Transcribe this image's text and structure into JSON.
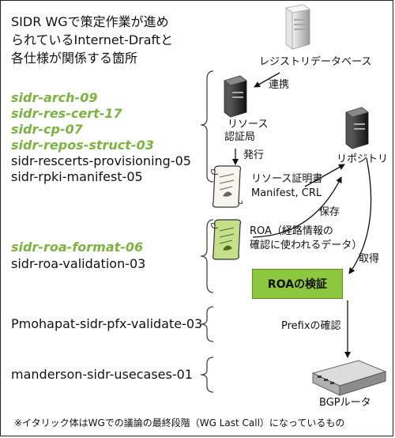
{
  "header": {
    "line1": "SIDR WGで策定作業が進め",
    "line2": "られているInternet-Draftと",
    "line3": "各仕様が関係する箇所"
  },
  "drafts": [
    {
      "text": "sidr-arch-09",
      "italic_last_call": true
    },
    {
      "text": "sidr-res-cert-17",
      "italic_last_call": true
    },
    {
      "text": "sidr-cp-07",
      "italic_last_call": true
    },
    {
      "text": "sidr-repos-struct-03",
      "italic_last_call": true
    },
    {
      "text": "sidr-rescerts-provisioning-05",
      "italic_last_call": false
    },
    {
      "text": "sidr-rpki-manifest-05",
      "italic_last_call": false
    },
    {
      "text": "sidr-roa-format-06",
      "italic_last_call": true
    },
    {
      "text": "sidr-roa-validation-03",
      "italic_last_call": false
    },
    {
      "text": "Pmohapat-sidr-pfx-validate-03",
      "italic_last_call": false
    },
    {
      "text": "manderson-sidr-usecases-01",
      "italic_last_call": false
    }
  ],
  "nodes": {
    "registry_db": "レジストリデータベース",
    "cert_authority_line1": "リソース",
    "cert_authority_line2": "認証局",
    "repository": "リポジトリ",
    "resource_cert_line1": "リソース証明書",
    "resource_cert_line2": "Manifest, CRL",
    "roa_line1": "ROA（経路情報の",
    "roa_line2": "確認に使われるデータ）",
    "roa_verify": "ROAの検証",
    "bgp_router": "BGPルータ"
  },
  "edges": {
    "link": "連携",
    "issue": "発行",
    "store": "保存",
    "fetch": "取得",
    "prefix_check": "Prefixの確認"
  },
  "footnote": "※イタリック体はWGでの議論の最終段階（WG Last Call）になっているもの",
  "colors": {
    "last_call_green": "#7cb342",
    "roa_box_green": "#8dc63f",
    "scroll_green": "#c5e08a"
  }
}
